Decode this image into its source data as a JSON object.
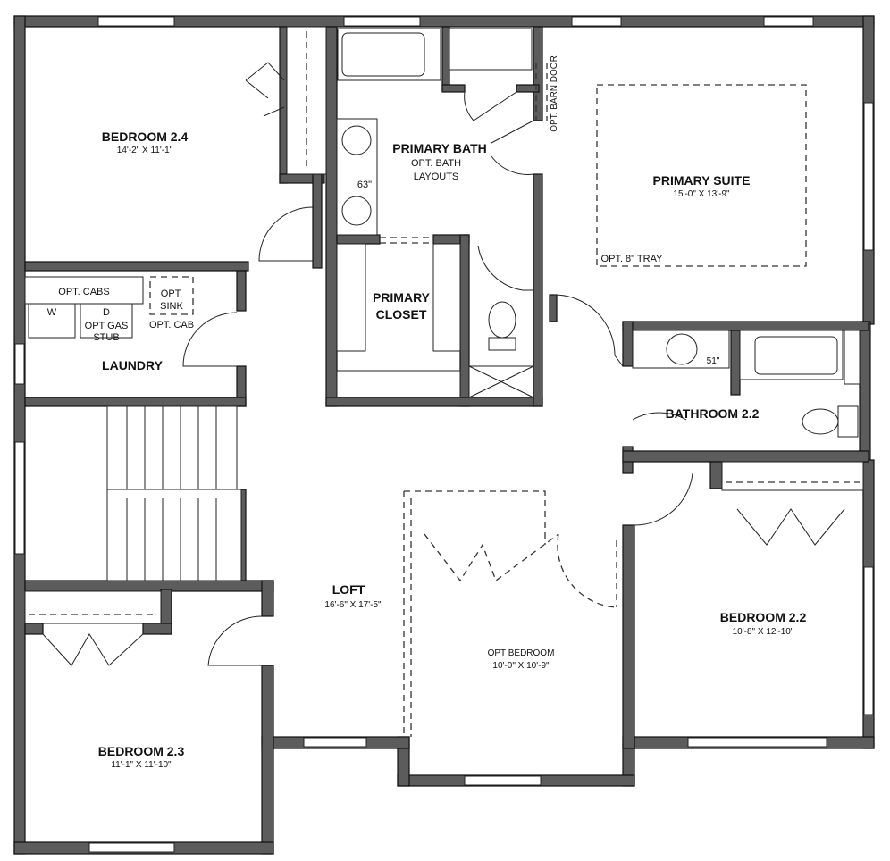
{
  "rooms": {
    "bedroom_24": {
      "name": "BEDROOM 2.4",
      "dim": "14'-2\" X 11'-1\""
    },
    "primary_bath": {
      "name": "PRIMARY BATH",
      "note1": "OPT. BATH",
      "note2": "LAYOUTS",
      "vanity": "63\""
    },
    "primary_suite": {
      "name": "PRIMARY SUITE",
      "dim": "15'-0\" X 13'-9\"",
      "tray": "OPT. 8\" TRAY",
      "barn_door": "OPT. BARN DOOR"
    },
    "primary_closet": {
      "name1": "PRIMARY",
      "name2": "CLOSET"
    },
    "laundry": {
      "name": "LAUNDRY",
      "cabs": "OPT. CABS",
      "washer": "W",
      "dryer": "D",
      "gas1": "OPT GAS",
      "gas2": "STUB",
      "sink1": "OPT.",
      "sink2": "SINK",
      "cab": "OPT. CAB"
    },
    "bathroom_22": {
      "name": "BATHROOM 2.2",
      "vanity": "51\""
    },
    "loft": {
      "name": "LOFT",
      "dim": "16'-6\" X 17'-5\""
    },
    "opt_bedroom": {
      "name": "OPT BEDROOM",
      "dim": "10'-0\" X 10'-9\""
    },
    "bedroom_22": {
      "name": "BEDROOM 2.2",
      "dim": "10'-8\" X 12'-10\""
    },
    "bedroom_23": {
      "name": "BEDROOM 2.3",
      "dim": "11'-1\" X 11'-10\""
    }
  },
  "colors": {
    "wall": "#5c5c5c",
    "line": "#111111"
  }
}
